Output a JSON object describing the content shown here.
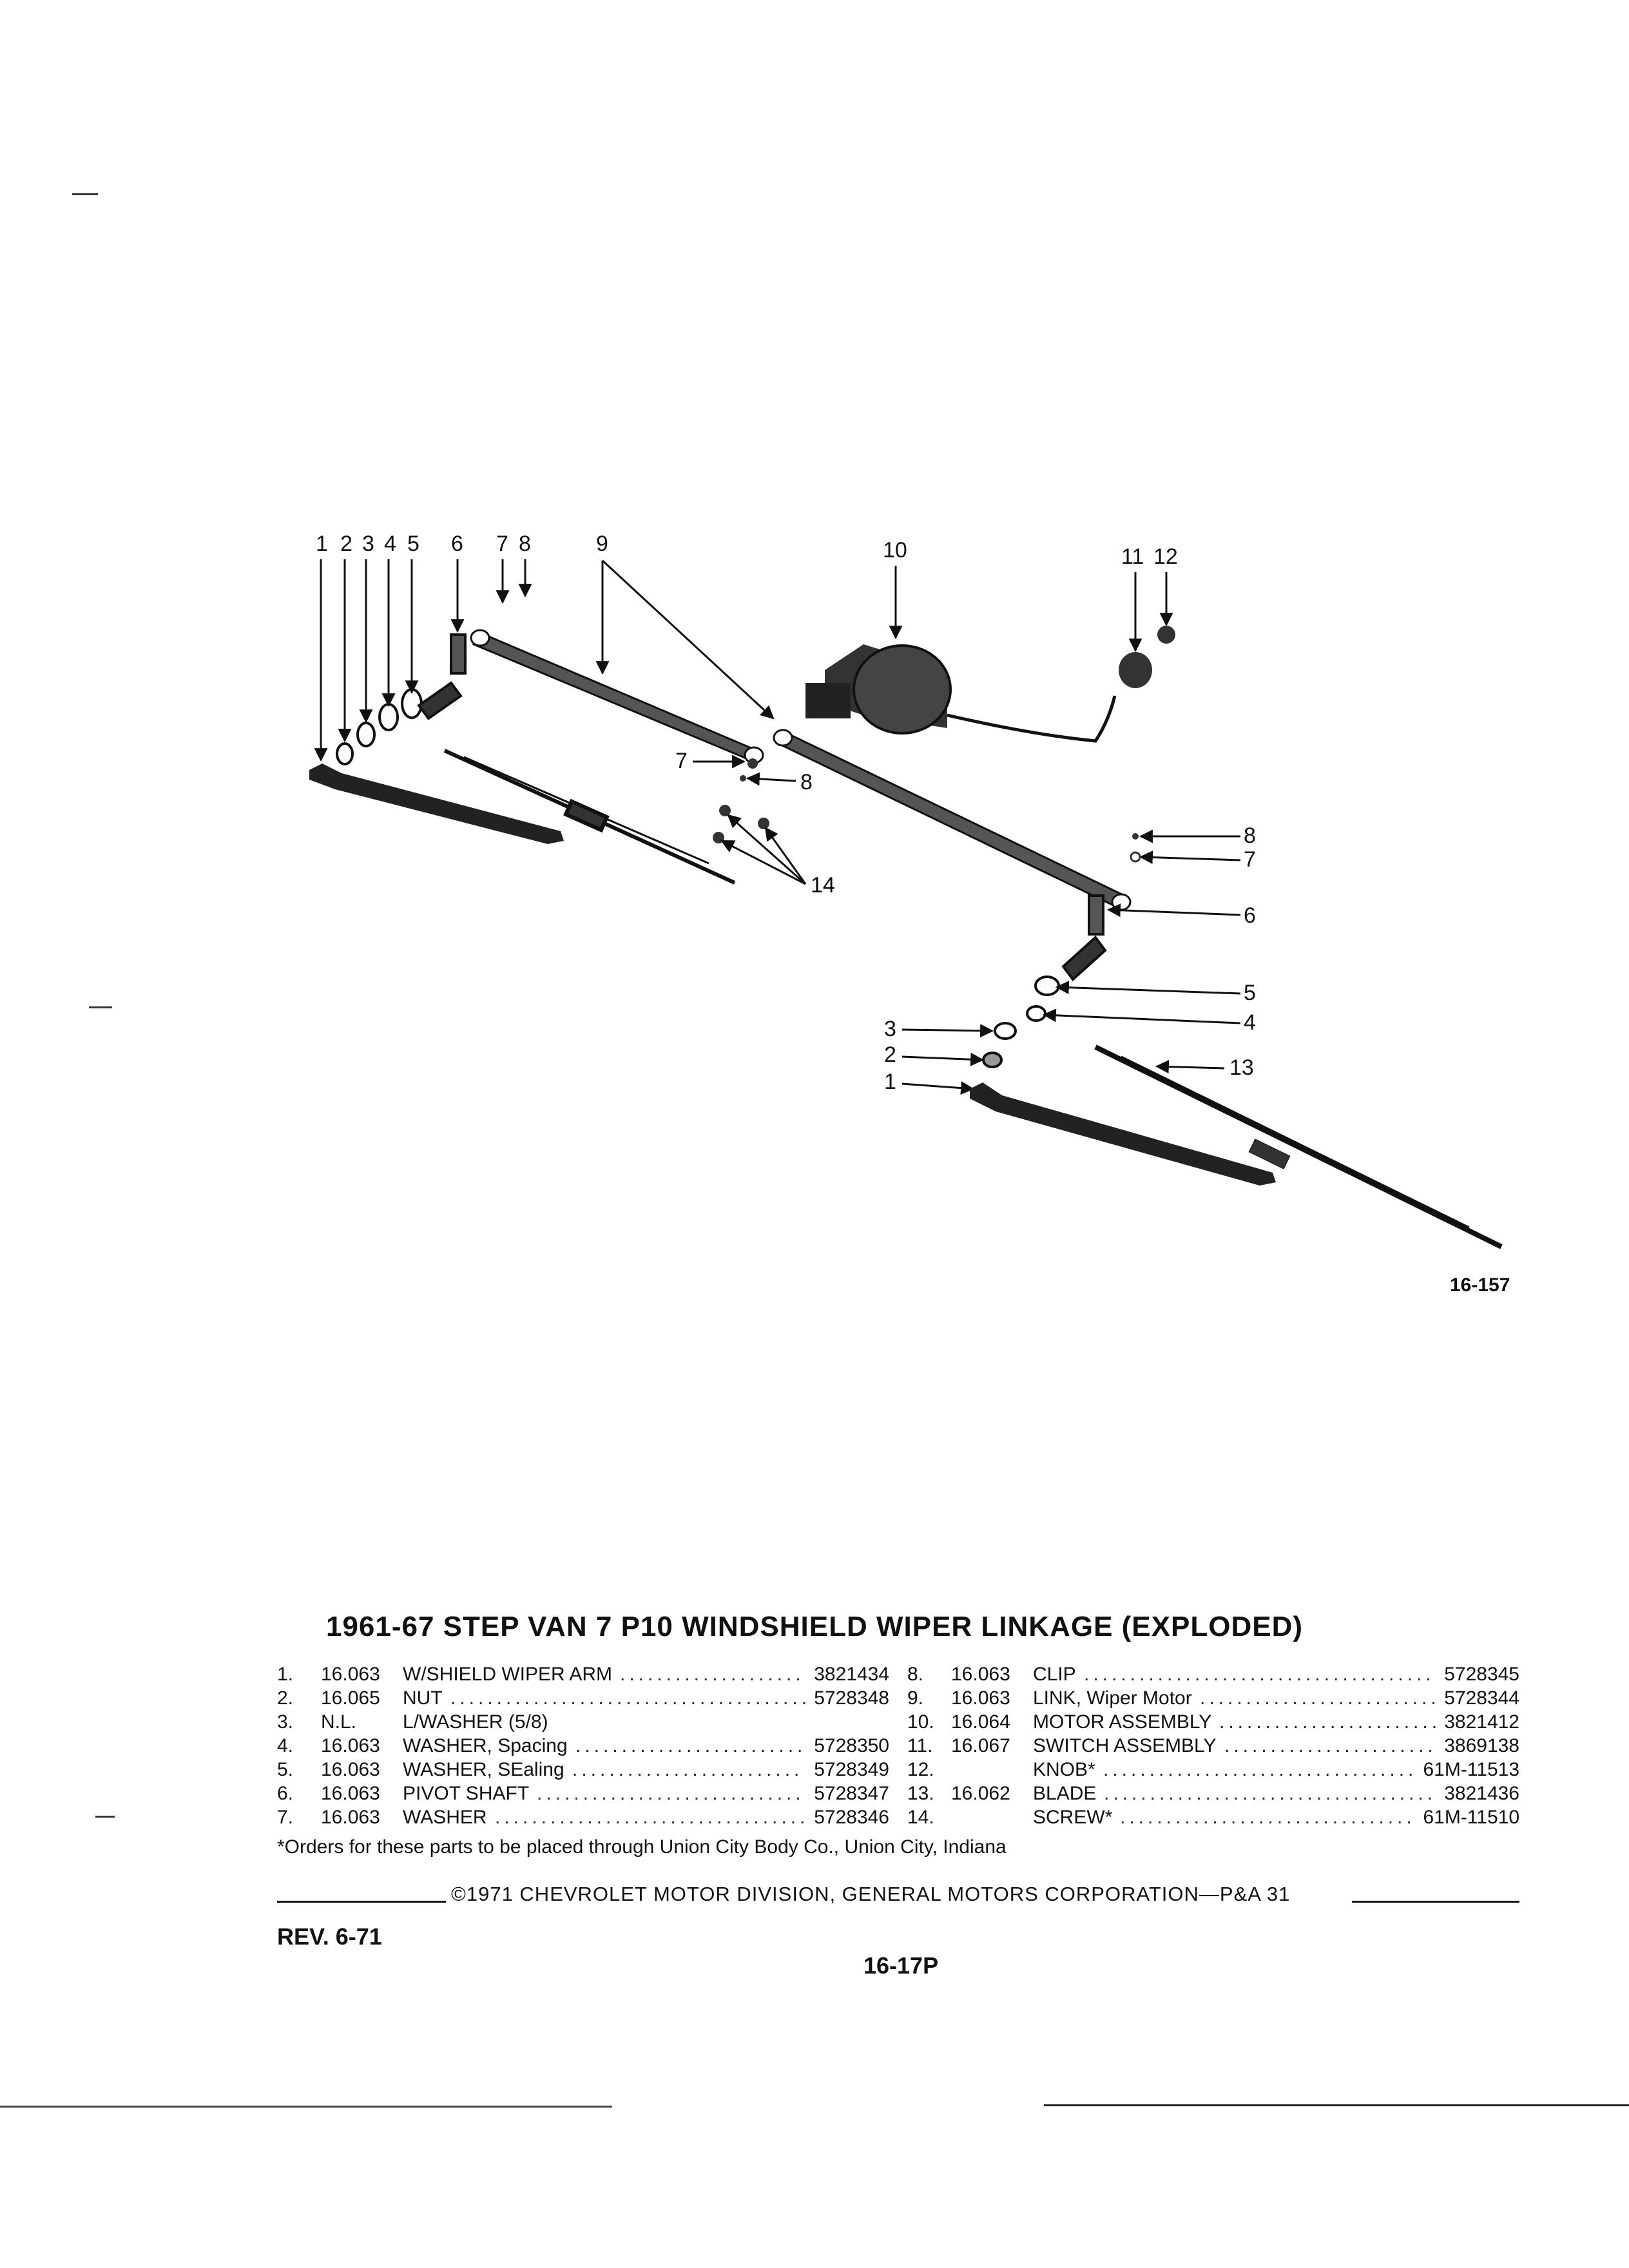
{
  "diagram": {
    "callouts": [
      "1",
      "2",
      "3",
      "4",
      "5",
      "6",
      "7",
      "8",
      "9",
      "10",
      "11",
      "12",
      "13",
      "14"
    ],
    "figure_number": "16-157"
  },
  "title": "1961-67 STEP VAN 7 P10 WINDSHIELD WIPER LINKAGE (EXPLODED)",
  "parts_left": [
    {
      "num": "1.",
      "code": "16.063",
      "name": "W/SHIELD WIPER ARM",
      "pn": "3821434"
    },
    {
      "num": "2.",
      "code": "16.065",
      "name": "NUT",
      "pn": "5728348"
    },
    {
      "num": "3.",
      "code": "N.L.",
      "name": "L/WASHER (5/8)",
      "pn": ""
    },
    {
      "num": "4.",
      "code": "16.063",
      "name": "WASHER, Spacing",
      "pn": "5728350"
    },
    {
      "num": "5.",
      "code": "16.063",
      "name": "WASHER, SEaling",
      "pn": "5728349"
    },
    {
      "num": "6.",
      "code": "16.063",
      "name": "PIVOT SHAFT",
      "pn": "5728347"
    },
    {
      "num": "7.",
      "code": "16.063",
      "name": "WASHER",
      "pn": "5728346"
    }
  ],
  "parts_right": [
    {
      "num": "8.",
      "code": "16.063",
      "name": "CLIP",
      "pn": "5728345"
    },
    {
      "num": "9.",
      "code": "16.063",
      "name": "LINK, Wiper Motor",
      "pn": "5728344"
    },
    {
      "num": "10.",
      "code": "16.064",
      "name": "MOTOR ASSEMBLY",
      "pn": "3821412"
    },
    {
      "num": "11.",
      "code": "16.067",
      "name": "SWITCH ASSEMBLY",
      "pn": "3869138"
    },
    {
      "num": "12.",
      "code": "",
      "name": "KNOB*",
      "pn": "61M-11513"
    },
    {
      "num": "13.",
      "code": "16.062",
      "name": "BLADE",
      "pn": "3821436"
    },
    {
      "num": "14.",
      "code": "",
      "name": "SCREW*",
      "pn": "61M-11510"
    }
  ],
  "note": "*Orders for these parts to be placed through Union City Body Co., Union City, Indiana",
  "copyright": "©1971 CHEVROLET MOTOR DIVISION, GENERAL MOTORS CORPORATION—P&A 31",
  "revision": "REV. 6-71",
  "page_number": "16-17P"
}
